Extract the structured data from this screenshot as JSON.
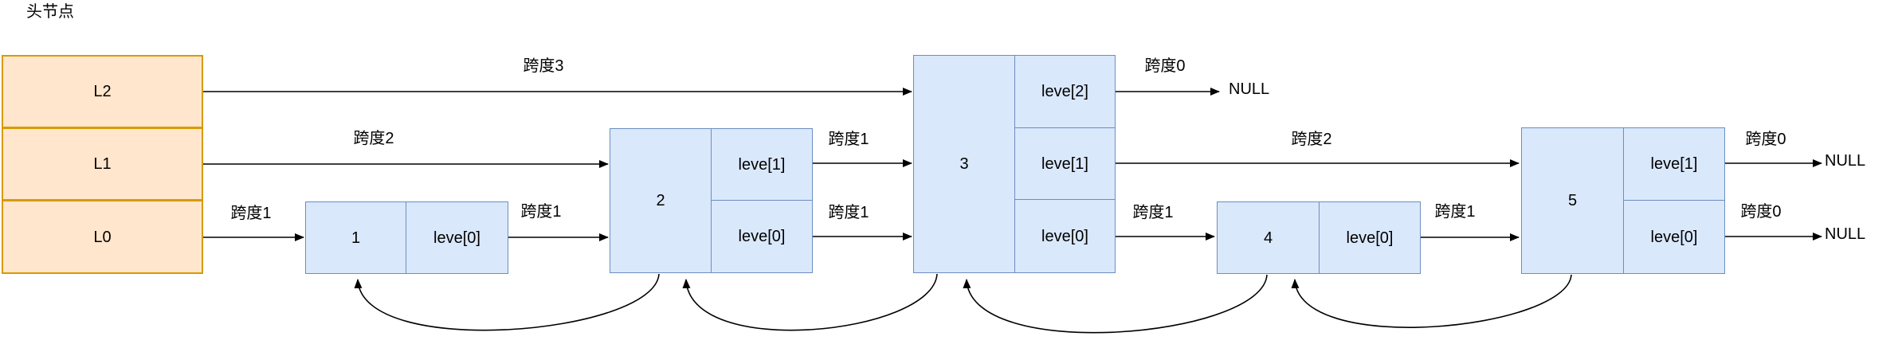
{
  "diagram_title": "头节点",
  "header": {
    "levels": [
      "L2",
      "L1",
      "L0"
    ]
  },
  "nodes": [
    {
      "value": "1",
      "l0": "leve[0]"
    },
    {
      "value": "2",
      "l1": "leve[1]",
      "l0": "leve[0]"
    },
    {
      "value": "3",
      "l2": "leve[2]",
      "l1": "leve[1]",
      "l0": "leve[0]"
    },
    {
      "value": "4",
      "l0": "leve[0]"
    },
    {
      "value": "5",
      "l1": "leve[1]",
      "l0": "leve[0]"
    }
  ],
  "span_labels": {
    "head_l2": "跨度3",
    "head_l1": "跨度2",
    "head_l0": "跨度1",
    "n1_l0": "跨度1",
    "n2_l1": "跨度1",
    "n2_l0": "跨度1",
    "n3_l2": "跨度0",
    "n3_l1": "跨度2",
    "n3_l0": "跨度1",
    "n4_l0": "跨度1",
    "n5_l1": "跨度0",
    "n5_l0": "跨度0"
  },
  "null_labels": {
    "l2": "NULL",
    "l1": "NULL",
    "l0": "NULL"
  },
  "colors": {
    "header_fill": "#ffe6cc",
    "header_stroke": "#d79b00",
    "node_fill": "#dae8fc",
    "node_stroke": "#6c8ebf",
    "arrow": "#000000"
  }
}
